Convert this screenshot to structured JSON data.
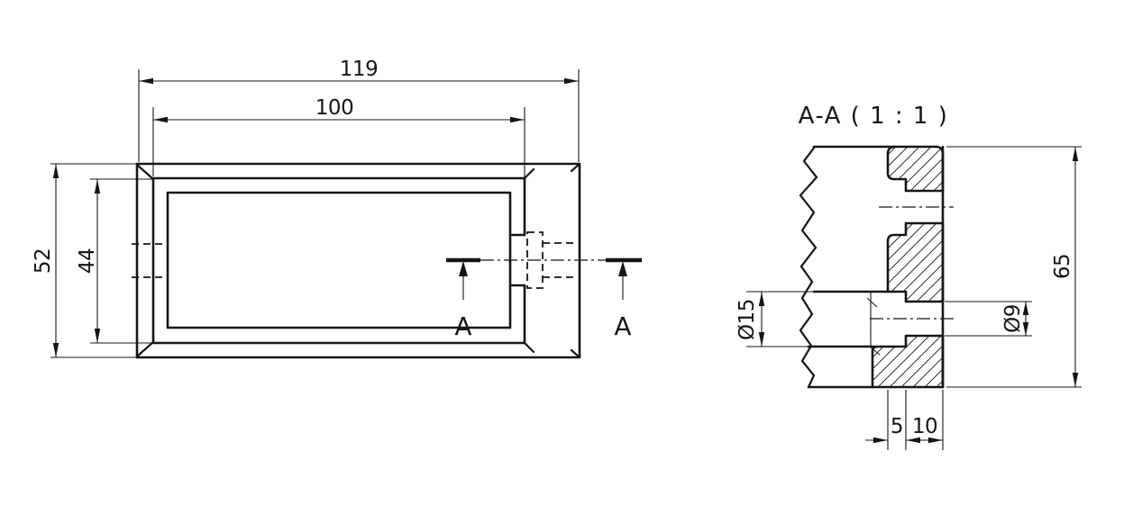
{
  "colors": {
    "background": "#ffffff",
    "line": "#161616"
  },
  "front_view": {
    "dim_width_outer": "119",
    "dim_width_inner": "100",
    "dim_height_outer": "52",
    "dim_height_inner": "44",
    "cut_label_left": "A",
    "cut_label_right": "A"
  },
  "section_view": {
    "title": "A-A ( 1 : 1 )",
    "dim_height": "65",
    "dim_counterbore_dia": "Ø15",
    "dim_hole_dia": "Ø9",
    "dim_counterbore_depth": "5",
    "dim_wall_thickness": "10"
  }
}
